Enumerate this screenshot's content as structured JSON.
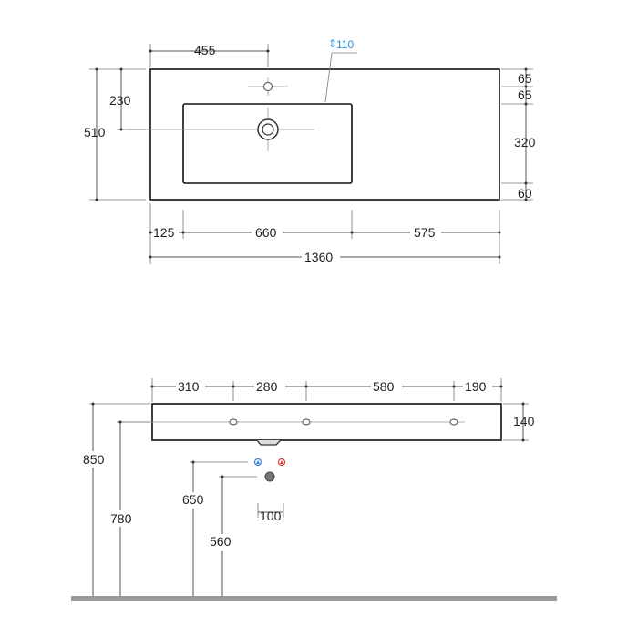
{
  "top_view": {
    "tap_offset_left": "455",
    "overflow_height": "110",
    "tap_distance_top": "230",
    "total_depth": "510",
    "right_top_a": "65",
    "right_top_b": "65",
    "basin_depth": "320",
    "basin_bottom_margin": "60",
    "left_margin": "125",
    "basin_width": "660",
    "right_deck": "575",
    "total_width": "1360"
  },
  "front_view": {
    "seg_1": "310",
    "seg_2": "280",
    "seg_3": "580",
    "seg_4": "190",
    "thickness": "140",
    "top_height": "850",
    "bracket_height": "780",
    "supply_height": "650",
    "drain_height": "560",
    "supply_spacing": "100"
  },
  "colors": {
    "cold": "#3a7fd9",
    "hot": "#e03b3b",
    "floor": "#999999",
    "overflow_label": "#2a8fd6"
  }
}
